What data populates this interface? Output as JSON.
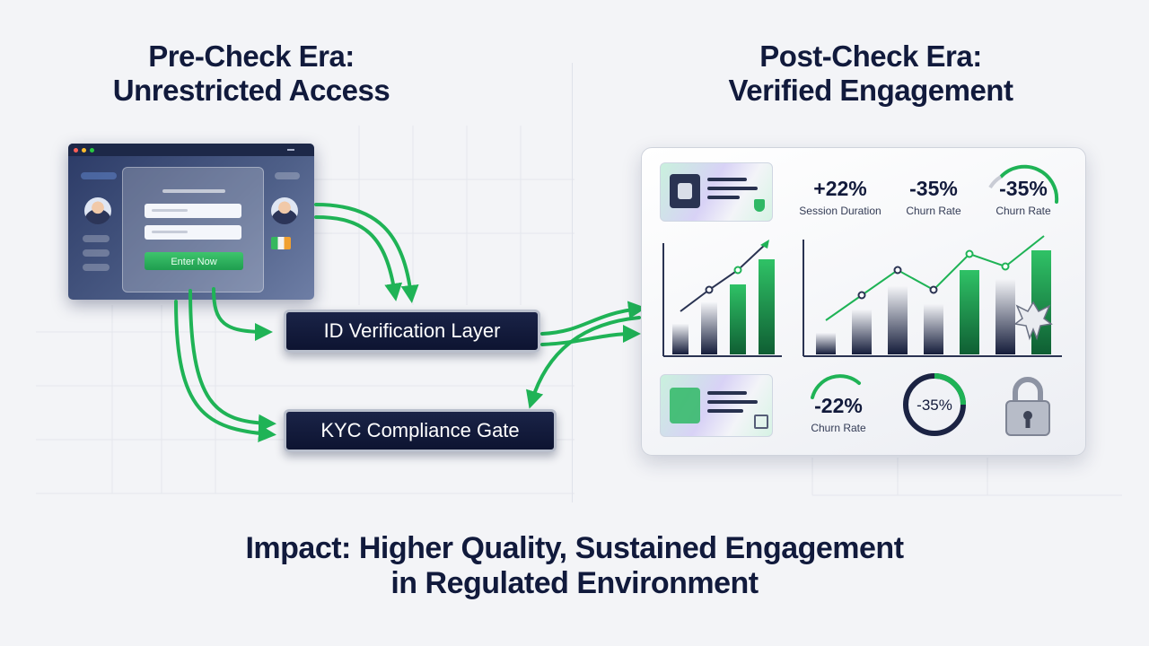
{
  "left_title": {
    "line1": "Pre-Check Era:",
    "line2": "Unrestricted Access"
  },
  "right_title": {
    "line1": "Post-Check Era:",
    "line2": "Verified Engagement"
  },
  "impact": {
    "line1": "Impact: Higher Quality, Sustained Engagement",
    "line2": "in Regulated Environment"
  },
  "browser": {
    "enter_button": "Enter Now"
  },
  "layers": {
    "id_verification": "ID Verification Layer",
    "kyc_gate": "KYC Compliance Gate"
  },
  "metrics_top": [
    {
      "value": "+22%",
      "label": "Session Duration"
    },
    {
      "value": "-35%",
      "label": "Churn Rate"
    },
    {
      "value": "-35%",
      "label": "Churn Rate"
    }
  ],
  "metrics_bottom": [
    {
      "value": "-22%",
      "label": "Churn Rate"
    },
    {
      "value": "-35%",
      "label": ""
    }
  ],
  "icons": [
    "id-card-icon",
    "shield-icon",
    "lock-icon",
    "eagle-emblem-icon"
  ],
  "colors": {
    "accent": "#1fb356",
    "navy": "#111a3c"
  }
}
